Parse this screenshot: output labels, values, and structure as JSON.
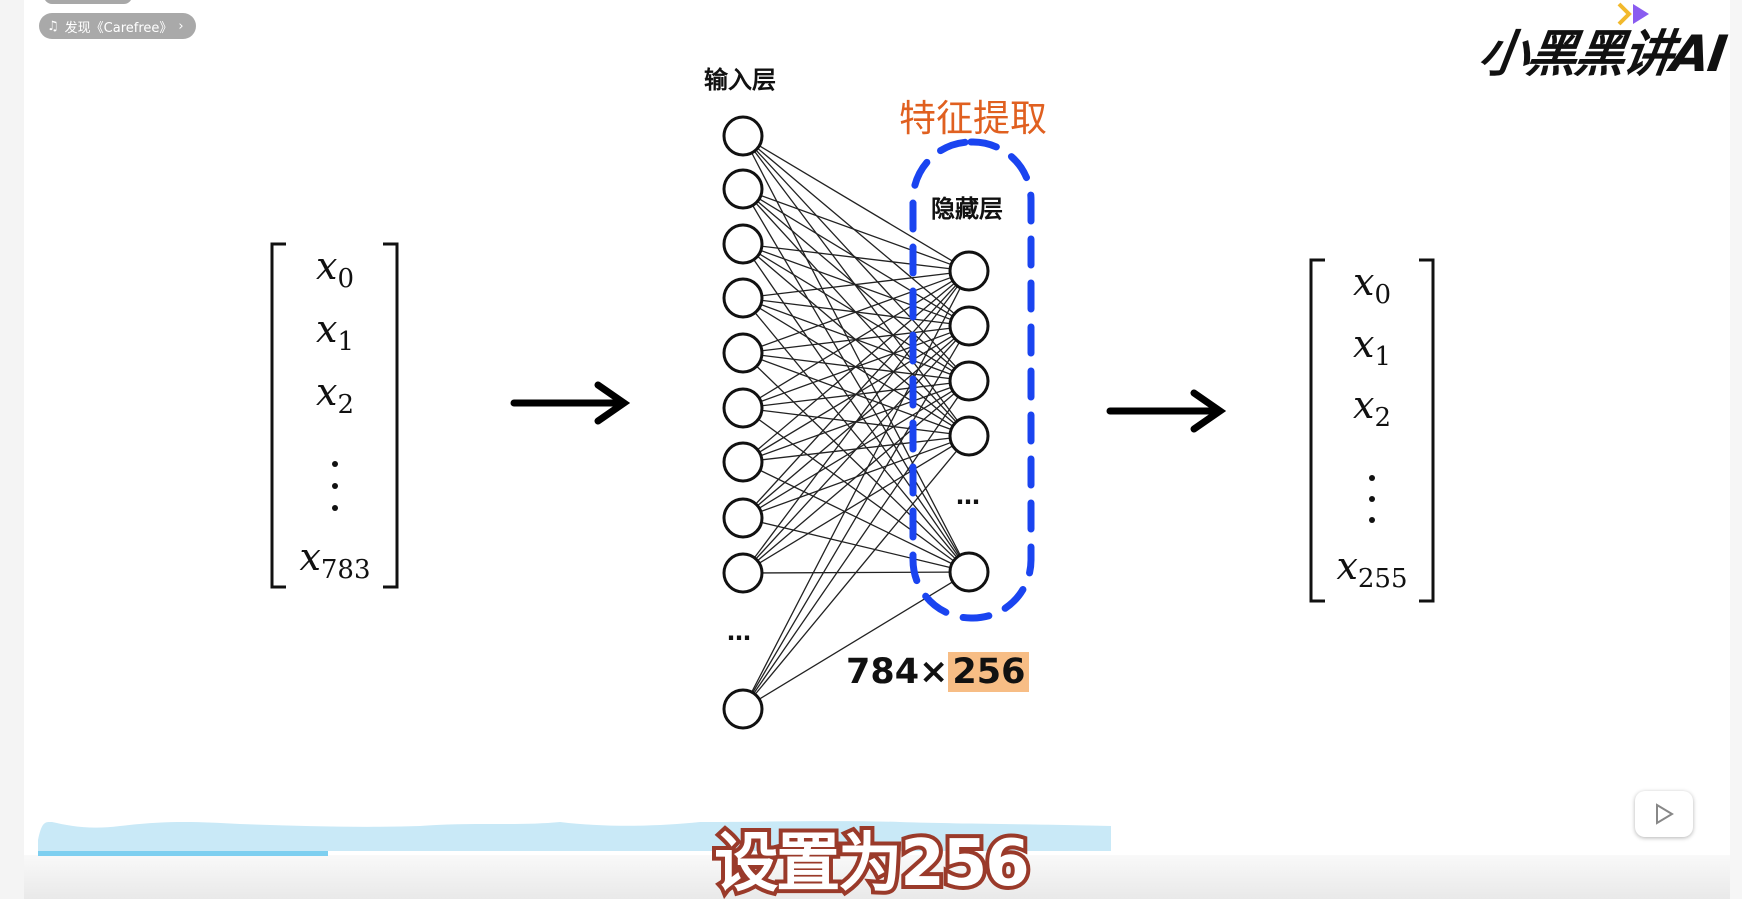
{
  "music_tag": {
    "icon": "music-note-icon",
    "text": "发现《Carefree》",
    "chevron": "chevron-right-icon"
  },
  "logo": {
    "text": "小黑黑讲AI"
  },
  "diagram": {
    "input_layer_label": "输入层",
    "feature_label": "特征提取",
    "hidden_layer_label": "隐藏层",
    "input_ellipsis": "…",
    "hidden_ellipsis": "…",
    "weights_prefix": "784×",
    "weights_highlight": "256",
    "colors": {
      "feature": "#e06020",
      "dashed_box": "#1a44f0",
      "highlight": "#f7bd85"
    }
  },
  "left_vector": {
    "entries": [
      {
        "base": "x",
        "sub": "0"
      },
      {
        "base": "x",
        "sub": "1"
      },
      {
        "base": "x",
        "sub": "2"
      },
      {
        "base": "x",
        "sub": "783"
      }
    ]
  },
  "right_vector": {
    "entries": [
      {
        "base": "x",
        "sub": "0"
      },
      {
        "base": "x",
        "sub": "1"
      },
      {
        "base": "x",
        "sub": "2"
      },
      {
        "base": "x",
        "sub": "255"
      }
    ]
  },
  "subtitle": "设置为256",
  "player": {
    "play_icon": "play-icon",
    "progress": 0.27
  }
}
